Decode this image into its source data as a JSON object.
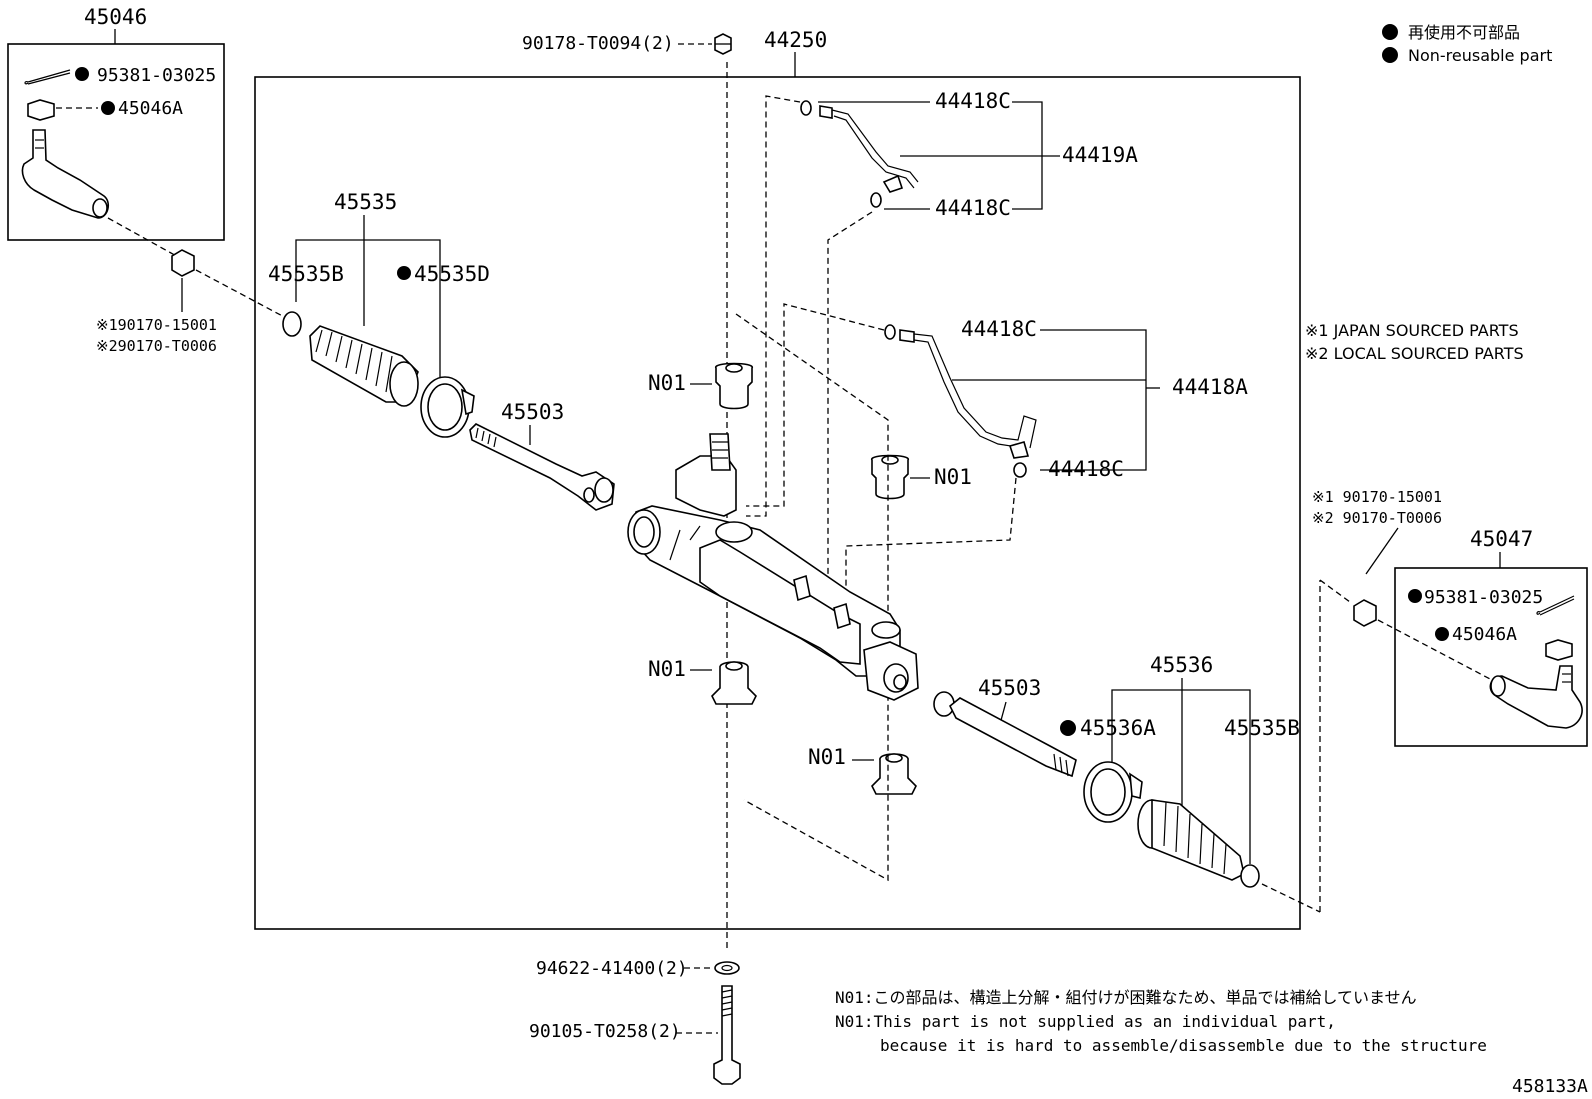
{
  "legend": {
    "line_jp": "再使用不可部品",
    "line_en": "Non-reusable part"
  },
  "source_notes": {
    "note1": "※1 JAPAN SOURCED PARTS",
    "note2": "※2 LOCAL SOURCED PARTS"
  },
  "labels": {
    "assy_45046": "45046",
    "cotter_pin_left": "95381-03025",
    "nut_left": "45046A",
    "nut_left_alt1": "※190170-15001",
    "nut_left_alt2": "※290170-T0006",
    "bolt_top": "90178-T0094(2)",
    "rack_assy": "44250",
    "union_top_a": "44418C",
    "tube_top": "44419A",
    "union_top_b": "44418C",
    "boot_left": "45535",
    "clamp_left_b": "45535B",
    "clamp_left_d": "45535D",
    "union_mid_a": "44418C",
    "tube_mid": "44418A",
    "union_mid_b": "44418C",
    "tie_rod_left": "45503",
    "bush_1": "N01",
    "bush_2": "N01",
    "bush_3": "N01",
    "bush_4": "N01",
    "tie_rod_right": "45503",
    "boot_right": "45536",
    "clamp_right_a": "45536A",
    "clamp_right_b": "45535B",
    "nut_right_alt1": "※1 90170-15001",
    "nut_right_alt2": "※2 90170-T0006",
    "assy_45047": "45047",
    "cotter_pin_right": "95381-03025",
    "nut_right": "45046A",
    "washer_bottom": "94622-41400(2)",
    "bolt_bottom": "90105-T0258(2)",
    "diagram_id": "458133A"
  },
  "notes": {
    "n01_jp": "N01:この部品は、構造上分解・組付けが困難なため、単品では補給していません",
    "n01_en1": "N01:This part is not supplied as an individual part,",
    "n01_en2": "because it is hard to assemble/disassemble due to the structure"
  }
}
